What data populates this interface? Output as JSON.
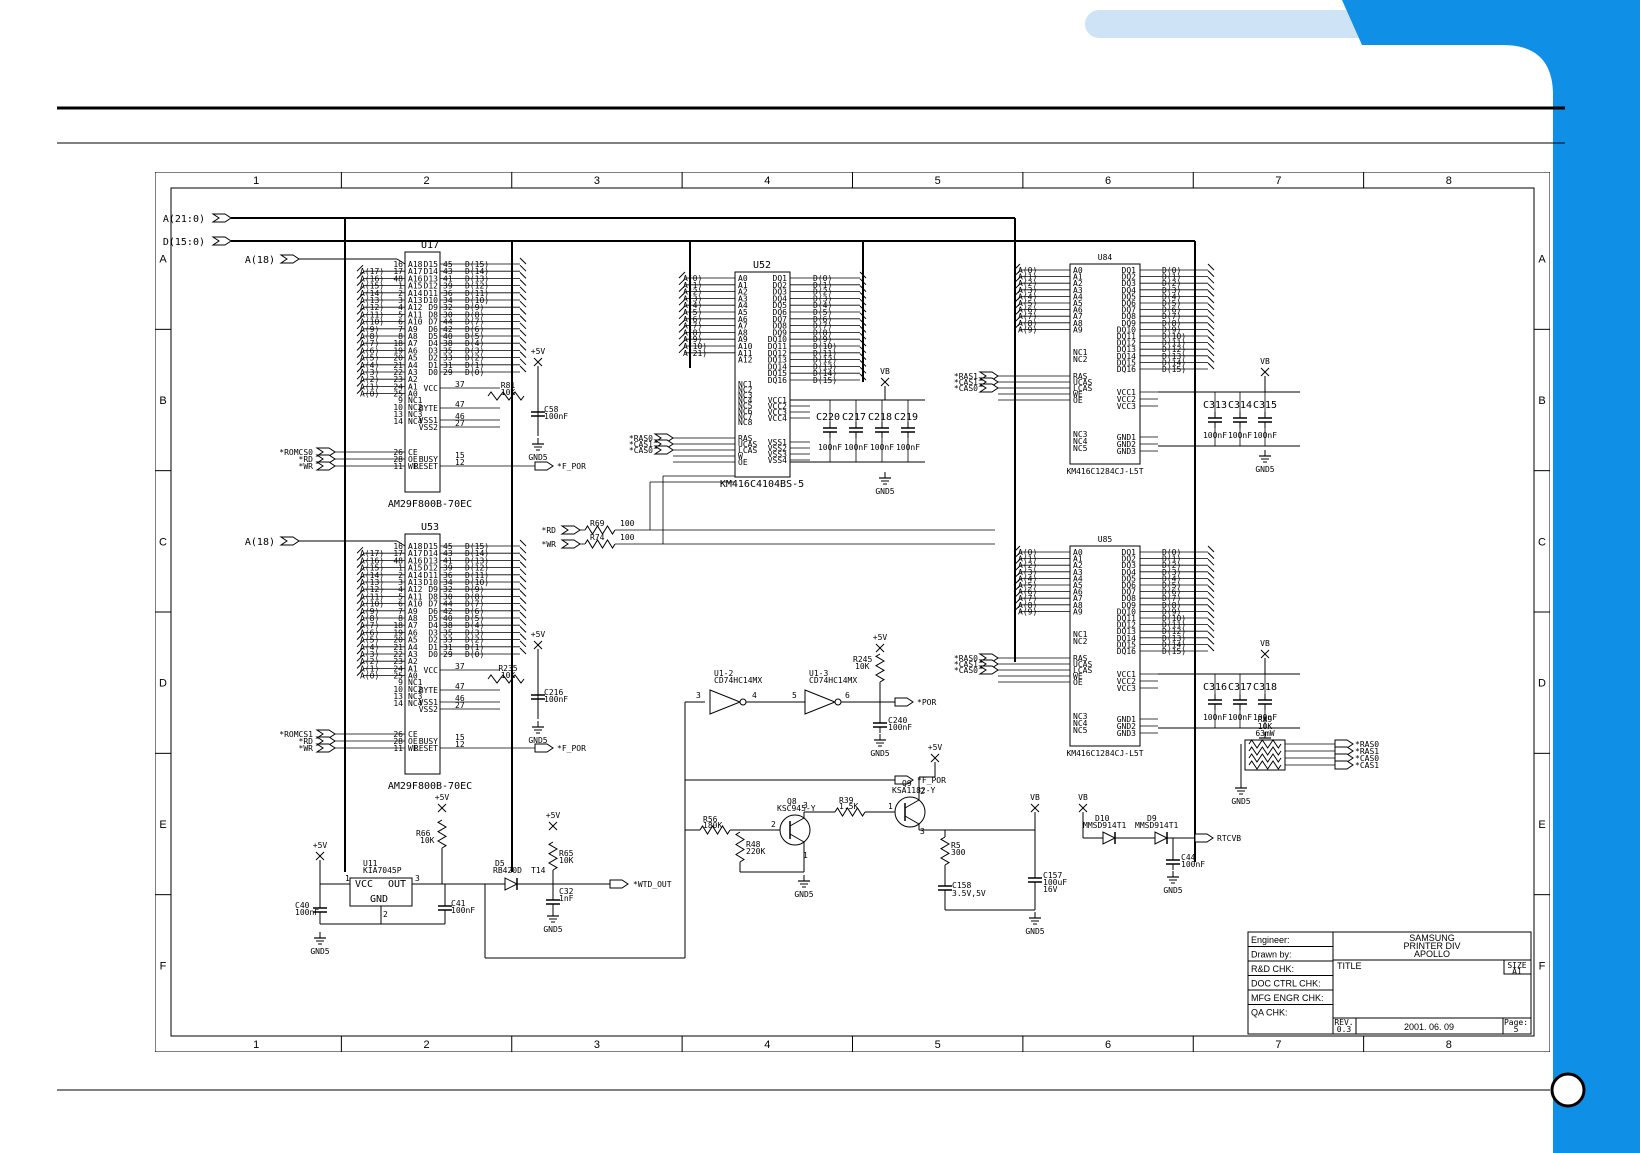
{
  "colors": {
    "accent": "#0f8fe5",
    "pill": "#cfe3f6",
    "ink": "#000000"
  },
  "sheet": {
    "columns": [
      "1",
      "2",
      "3",
      "4",
      "5",
      "6",
      "7",
      "8"
    ],
    "rows": [
      "A",
      "B",
      "C",
      "D",
      "E",
      "F"
    ]
  },
  "nets": {
    "addr_bus": "A(21:0)",
    "data_bus": "D(15:0)",
    "a18_top": "A(18)",
    "a18_mid": "A(18)",
    "romcs0": "*ROMCS0",
    "romcs1": "*ROMCS1",
    "rd": "*RD",
    "wr": "*WR",
    "rd_in": "*RD",
    "wr_in": "*WR",
    "f_por": "*F_POR",
    "por": "*POR",
    "wtd_out": "*WTD_OUT",
    "rtcvb": "RTCVB",
    "ras0": "*RAS0",
    "ras1": "*RAS1",
    "cas0": "*CAS0",
    "cas1": "*CAS1",
    "p5v": "+5V",
    "vb": "VB",
    "gnd": "GND5"
  },
  "parts": {
    "u17": {
      "ref": "U17",
      "part": "AM29F800B-70EC"
    },
    "u53": {
      "ref": "U53",
      "part": "AM29F800B-70EC"
    },
    "u52": {
      "ref": "U52",
      "part": "KM416C4104BS-5"
    },
    "u84": {
      "ref": "U84",
      "part": "KM416C1284CJ-L5T"
    },
    "u85": {
      "ref": "U85",
      "part": "KM416C1284CJ-L5T"
    },
    "u11": {
      "ref": "U11",
      "part": "KIA7045P",
      "vcc": "VCC",
      "out": "OUT",
      "gnd": "GND"
    },
    "u1_2": {
      "ref": "U1-2",
      "part": "CD74HC14MX"
    },
    "u1_3": {
      "ref": "U1-3",
      "part": "CD74HC14MX"
    },
    "q8": {
      "ref": "Q8",
      "part": "KSC945-Y"
    },
    "q9": {
      "ref": "Q9",
      "part": "KSA1182-Y"
    },
    "d5": {
      "ref": "D5",
      "part": "RB420D"
    },
    "d10": {
      "ref": "D10",
      "part": "MMSD914T1"
    },
    "d9": {
      "ref": "D9",
      "part": "MMSD914T1"
    },
    "ra9": {
      "ref": "RA9",
      "value": "10K",
      "power": "63mW"
    },
    "r81": {
      "ref": "R81",
      "value": "10K"
    },
    "r235": {
      "ref": "R235",
      "value": "10K"
    },
    "r69": {
      "ref": "R69",
      "value": "100"
    },
    "r74": {
      "ref": "R74",
      "value": "100"
    },
    "r66": {
      "ref": "R66",
      "value": "10K"
    },
    "r65": {
      "ref": "R65",
      "value": "10K"
    },
    "r56": {
      "ref": "R56",
      "value": "180K"
    },
    "r48": {
      "ref": "R48",
      "value": "220K"
    },
    "r39": {
      "ref": "R39",
      "value": "1.5K"
    },
    "r5": {
      "ref": "R5",
      "value": "300"
    },
    "r245": {
      "ref": "R245",
      "value": "10K"
    },
    "c58": {
      "ref": "C58",
      "value": "100nF"
    },
    "c216": {
      "ref": "C216",
      "value": "100nF"
    },
    "c240": {
      "ref": "C240",
      "value": "100nF"
    },
    "c40": {
      "ref": "C40",
      "value": "100nF"
    },
    "c41": {
      "ref": "C41",
      "value": "100nF"
    },
    "c32": {
      "ref": "C32",
      "value": "1nF"
    },
    "c44": {
      "ref": "C44",
      "value": "100nF"
    },
    "c157": {
      "ref": "C157",
      "value": "100uF",
      "rating": "16V"
    },
    "c158": {
      "ref": "C158",
      "value": "3.5V,5V"
    },
    "t14": {
      "ref": "T14"
    },
    "decap_u52": {
      "refs": [
        "C220",
        "C217",
        "C218",
        "C219"
      ],
      "value": "100nF"
    },
    "decap_u84": {
      "refs": [
        "C313",
        "C314",
        "C315"
      ],
      "value": "100nF"
    },
    "decap_u85": {
      "refs": [
        "C316",
        "C317",
        "C318"
      ],
      "value": "100nF"
    }
  },
  "pins": {
    "flash_left_names": [
      "A18",
      "A17",
      "A16",
      "A15",
      "A14",
      "A13",
      "A12",
      "A11",
      "A10",
      "A9",
      "A8",
      "A7",
      "A6",
      "A5",
      "A4",
      "A3",
      "A2",
      "A1",
      "A0"
    ],
    "flash_left_nets": [
      "A(17)",
      "A(16)",
      "A(15)",
      "A(14)",
      "A(13)",
      "A(12)",
      "A(11)",
      "A(10)",
      "A(9)",
      "A(8)",
      "A(7)",
      "A(6)",
      "A(5)",
      "A(4)",
      "A(3)",
      "A(2)",
      "A(1)",
      "A(0)"
    ],
    "flash_left_nums": [
      "16",
      "17",
      "48",
      "1",
      "2",
      "3",
      "4",
      "5",
      "6",
      "7",
      "8",
      "18",
      "19",
      "20",
      "21",
      "22",
      "23",
      "24",
      "25"
    ],
    "flash_right_names": [
      "D15",
      "D14",
      "D13",
      "D12",
      "D11",
      "D10",
      "D9",
      "D8",
      "D7",
      "D6",
      "D5",
      "D4",
      "D3",
      "D2",
      "D1",
      "D0"
    ],
    "flash_right_nums": [
      "45",
      "43",
      "41",
      "39",
      "36",
      "34",
      "32",
      "30",
      "44",
      "42",
      "40",
      "38",
      "35",
      "33",
      "31",
      "29"
    ],
    "flash_right_nets": [
      "D(15)",
      "D(14)",
      "D(13)",
      "D(12)",
      "D(11)",
      "D(10)",
      "D(9)",
      "D(8)",
      "D(7)",
      "D(6)",
      "D(5)",
      "D(4)",
      "D(3)",
      "D(2)",
      "D(1)",
      "D(0)"
    ],
    "flash_misc": [
      {
        "num": "37",
        "name": "VCC"
      },
      {
        "num": "47",
        "name": "BYTE"
      },
      {
        "num": "46",
        "name": "VSS1"
      },
      {
        "num": "27",
        "name": "VSS2"
      }
    ],
    "flash_nc": [
      {
        "num": "9",
        "name": "NC1"
      },
      {
        "num": "10",
        "name": "NC2"
      },
      {
        "num": "13",
        "name": "NC3"
      },
      {
        "num": "14",
        "name": "NC4"
      }
    ],
    "flash_ctrl": [
      {
        "num": "26",
        "name": "CE"
      },
      {
        "num": "28",
        "name": "OE"
      },
      {
        "num": "11",
        "name": "WE"
      }
    ],
    "flash_ctrl_r": [
      {
        "num": "15",
        "name": "BUSY"
      },
      {
        "num": "12",
        "name": "RESET"
      }
    ],
    "dram_addr_names": [
      "A0",
      "A1",
      "A2",
      "A3",
      "A4",
      "A5",
      "A6",
      "A7",
      "A8",
      "A9",
      "A10",
      "A11",
      "A12"
    ],
    "dram_addr_nets": [
      "A(0)",
      "A(1)",
      "A(2)",
      "A(3)",
      "A(4)",
      "A(5)",
      "A(6)",
      "A(7)",
      "A(8)",
      "A(9)",
      "A(10)",
      "A(21)"
    ],
    "dram_data_names": [
      "DQ1",
      "DQ2",
      "DQ3",
      "DQ4",
      "DQ5",
      "DQ6",
      "DQ7",
      "DQ8",
      "DQ9",
      "DQ10",
      "DQ11",
      "DQ12",
      "DQ13",
      "DQ14",
      "DQ15",
      "DQ16"
    ],
    "dram_data_nets": [
      "D(0)",
      "D(1)",
      "D(2)",
      "D(3)",
      "D(4)",
      "D(5)",
      "D(6)",
      "D(7)",
      "D(8)",
      "D(9)",
      "D(10)",
      "D(11)",
      "D(12)",
      "D(13)",
      "D(14)",
      "D(15)"
    ],
    "u52_nc": [
      "NC1",
      "NC2",
      "NC3",
      "NC4",
      "NC5",
      "NC6",
      "NC7",
      "NC8"
    ],
    "u52_ctrl": [
      "RAS",
      "UCAS",
      "LCAS",
      "W",
      "OE"
    ],
    "u52_power": [
      "VCC1",
      "VCC2",
      "VCC3",
      "VCC4",
      "VSS1",
      "VSS2",
      "VSS3",
      "VSS4"
    ],
    "u84_ctrl": [
      "RAS",
      "UCAS",
      "LCAS",
      "WE",
      "OE"
    ],
    "u84_nc": [
      "NC1",
      "NC2"
    ],
    "u84_nc2": [
      "NC3",
      "NC4",
      "NC5"
    ],
    "u84_power": [
      "VCC1",
      "VCC2",
      "VCC3",
      "GND1",
      "GND2",
      "GND3"
    ]
  },
  "title_block": {
    "engineer": "Engineer:",
    "drawn_by": "Drawn by:",
    "rd_chk": "R&D CHK:",
    "doc_ctrl": "DOC CTRL CHK:",
    "mfg_chk": "MFG ENGR CHK:",
    "qa_chk": "QA CHK:",
    "company": "SAMSUNG",
    "division": "PRINTER DIV",
    "project": "APOLLO",
    "title": "TITLE",
    "size_label": "SIZE",
    "size": "A1",
    "rev_label": "REV.",
    "rev": "0.3",
    "date": "2001. 06. 09",
    "page_label": "Page:",
    "page": "5"
  }
}
